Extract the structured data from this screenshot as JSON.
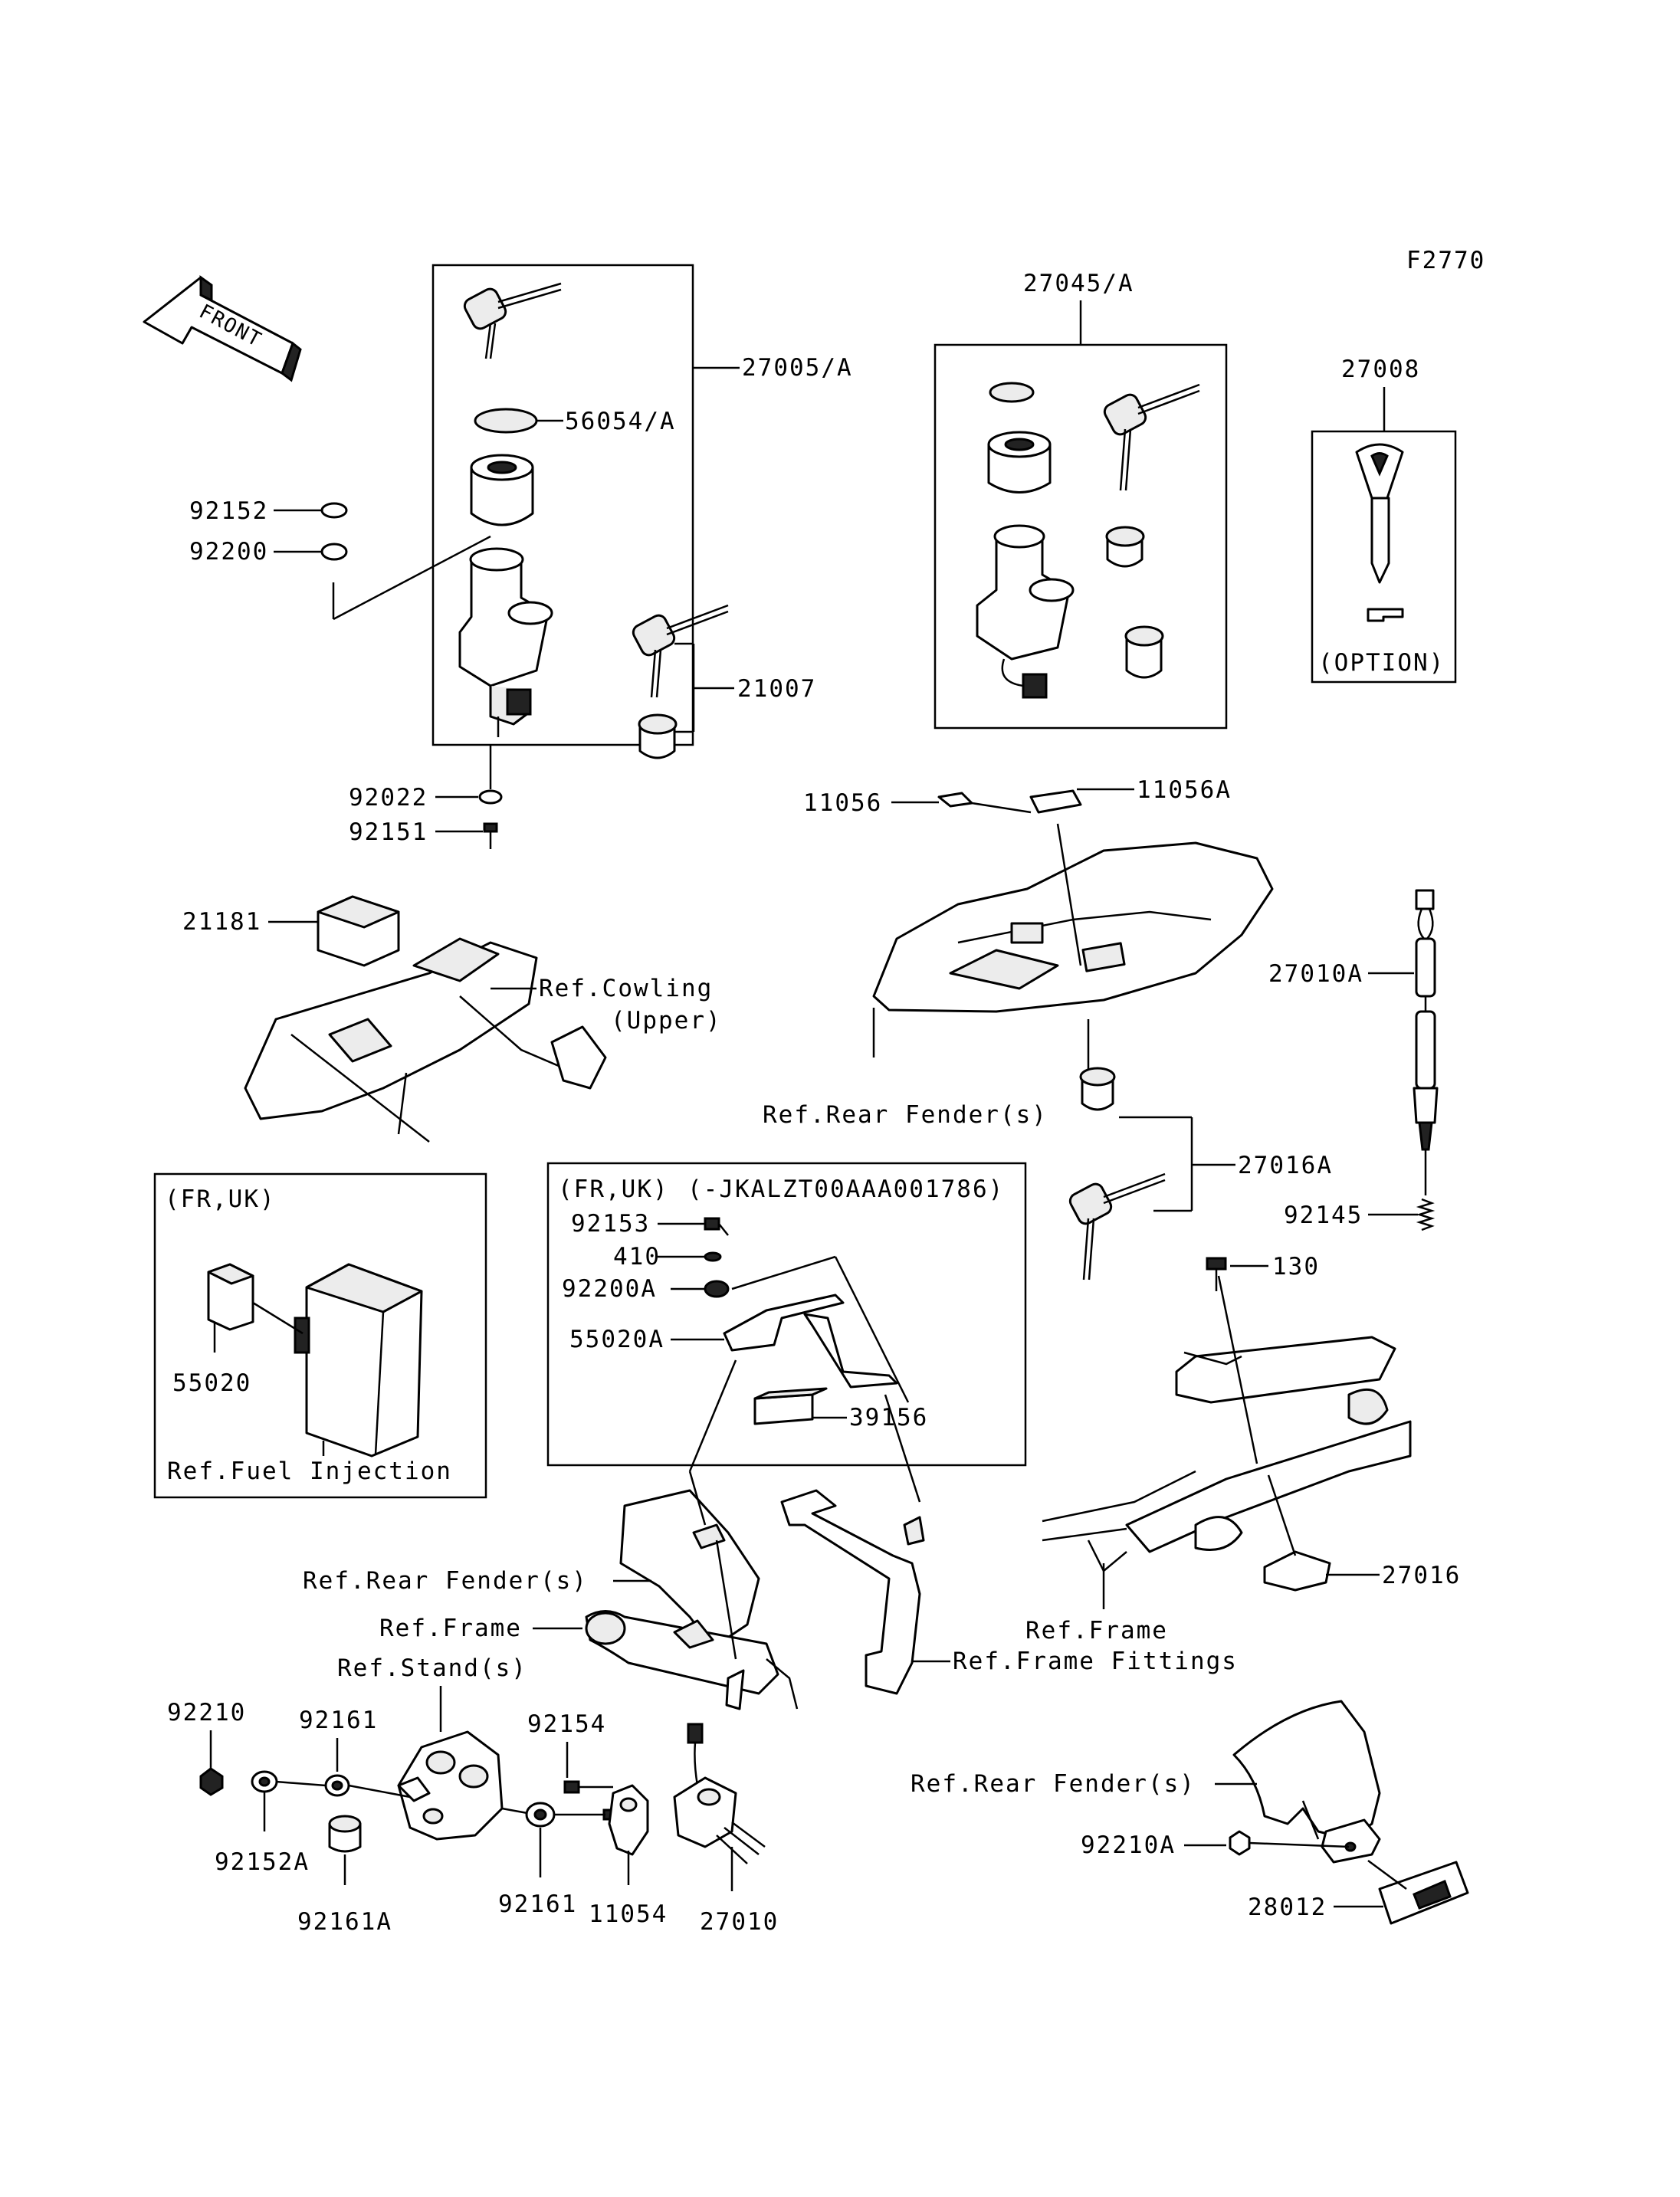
{
  "figure_code": "F2770",
  "front_arrow": "FRONT",
  "part_labels": {
    "p27005A": "27005/A",
    "p56054A": "56054/A",
    "p92152": "92152",
    "p92200": "92200",
    "p21007": "21007",
    "p92022": "92022",
    "p92151": "92151",
    "p27045A": "27045/A",
    "p27008": "27008",
    "option": "(OPTION)",
    "p11056": "11056",
    "p11056A": "11056A",
    "p21181": "21181",
    "p27010A": "27010A",
    "p27016A": "27016A",
    "p92145": "92145",
    "p130": "130",
    "p92153": "92153",
    "p410": "410",
    "p92200A": "92200A",
    "p55020A": "55020A",
    "p39156": "39156",
    "p55020": "55020",
    "p27016": "27016",
    "p92210": "92210",
    "p92161_top": "92161",
    "p92154": "92154",
    "p92152A": "92152A",
    "p92161_bottom": "92161",
    "p11054": "11054",
    "p27010": "27010",
    "p92161A": "92161A",
    "p92210A": "92210A",
    "p28012": "28012"
  },
  "ref_labels": {
    "cowling_upper_1": "Ref.Cowling",
    "cowling_upper_2": "(Upper)",
    "rear_fender_1": "Ref.Rear Fender(s)",
    "rear_fender_2": "Ref.Rear Fender(s)",
    "rear_fender_3": "Ref.Rear Fender(s)",
    "frame_1": "Ref.Frame",
    "frame_2": "Ref.Frame",
    "stand": "Ref.Stand(s)",
    "frame_fittings": "Ref.Frame Fittings",
    "fuel_injection": "Ref.Fuel Injection"
  },
  "inset_left": {
    "region": "(FR,UK)"
  },
  "inset_center": {
    "region": "(FR,UK)",
    "vin_range": "(-JKALZT00AAA001786)"
  }
}
